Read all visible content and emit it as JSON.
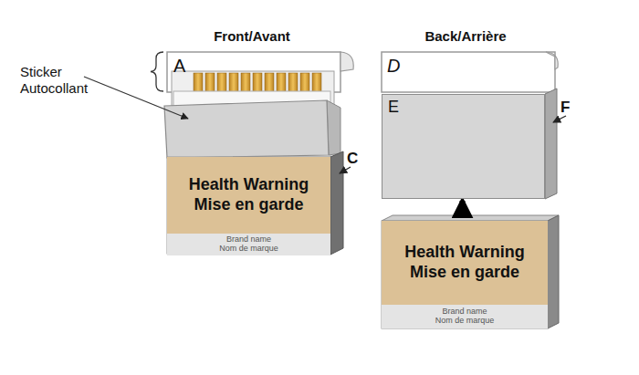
{
  "diagram": {
    "nodes": [
      {
        "text": [
          "Health Warning Mise en garde"
        ]
      },
      {
        "text": [
          "Brand name Nom de marque"
        ]
      },
      {
        "text": [
          "E"
        ]
      },
      {
        "text": [
          "Health Warning Mise en garde"
        ]
      },
      {
        "text": [
          "Brand name Nom de marque"
        ]
      }
    ],
    "edges": [
      {
        "from": 3,
        "to": 2,
        "arrow": "to"
      }
    ],
    "labels": [
      "Front/Avant",
      "Back/Arrière",
      "Sticker Autocollant",
      "A",
      "C",
      "D",
      "F"
    ]
  }
}
